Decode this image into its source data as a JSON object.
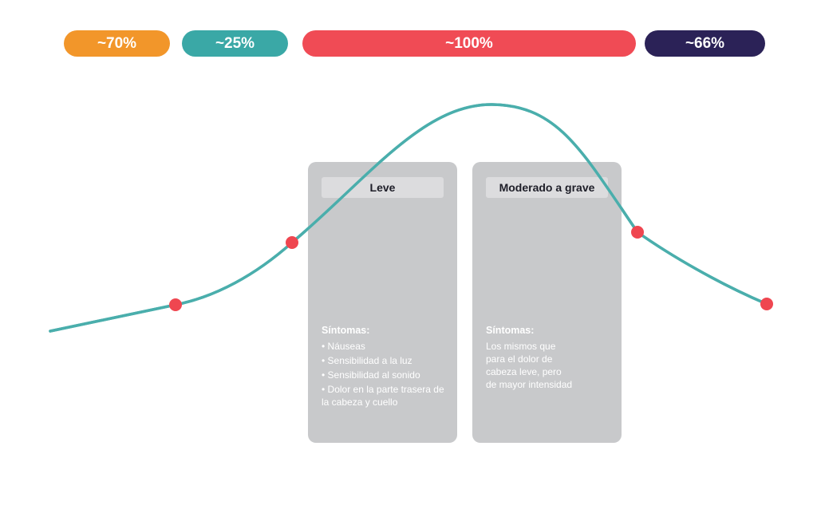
{
  "stages": [
    {
      "label": "~70%",
      "color": "#f2962a"
    },
    {
      "label": "~25%",
      "color": "#3aa8a6"
    },
    {
      "label": "~100%",
      "color": "#f04b55"
    },
    {
      "label": "~66%",
      "color": "#2b2257"
    }
  ],
  "curve": {
    "line_color": "#4aaeac",
    "point_color": "#ef4650"
  },
  "cards": [
    {
      "header": "Leve",
      "symptoms_title": "Síntomas:",
      "items": [
        "• Náuseas",
        "• Sensibilidad a la luz",
        "• Sensibilidad al sonido",
        "• Dolor en la parte trasera de la cabeza y cuello"
      ]
    },
    {
      "header": "Moderado a grave",
      "symptoms_title": "Síntomas:",
      "description": "Los mismos que para el dolor de cabeza leve, pero de mayor intensidad"
    }
  ]
}
